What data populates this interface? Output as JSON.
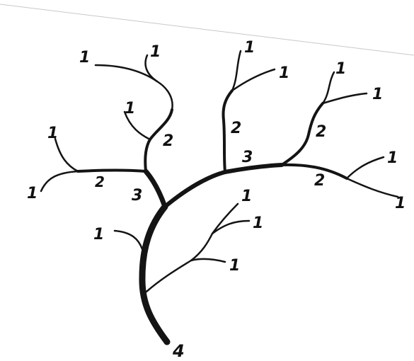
{
  "diagram": {
    "labels": {
      "order_1": "1",
      "order_2": "2",
      "order_3": "3",
      "order_4": "4"
    },
    "colors": {
      "ink": "#141414",
      "paper": "#ffffff",
      "scan_edge": "#bdbdbd"
    }
  }
}
